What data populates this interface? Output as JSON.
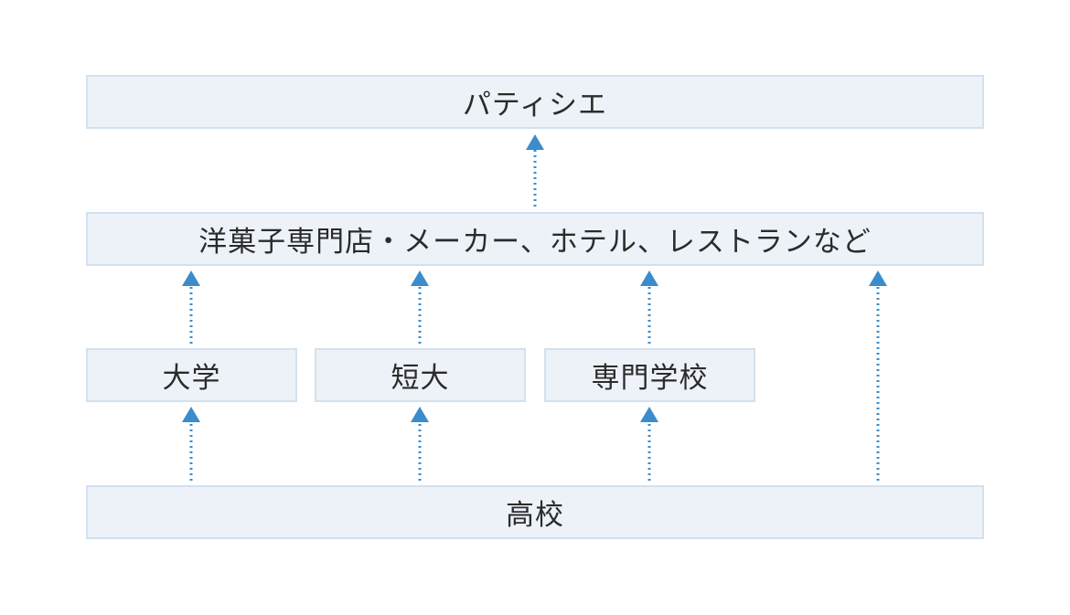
{
  "diagram": {
    "top_label": "パティシエ",
    "employers_label": "洋菓子専門店・メーカー、ホテル、レストランなど",
    "schools": {
      "university_label": "大学",
      "junior_college_label": "短大",
      "vocational_label": "専門学校"
    },
    "high_school_label": "高校"
  },
  "colors": {
    "box_fill": "#edf2f9",
    "box_border": "#d2e1ef",
    "arrow": "#3a8ccc",
    "text": "#2b2b2b"
  }
}
